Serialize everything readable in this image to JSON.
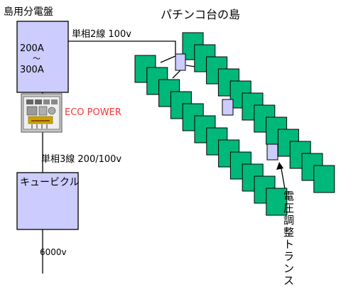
{
  "distribution_panel": {
    "title": "島用分電盤",
    "rating_top": "200A",
    "rating_mid": "～",
    "rating_bottom": "300A"
  },
  "line_to_island": {
    "label": "単相2線 100v"
  },
  "island": {
    "title": "パチンコ台の島"
  },
  "eco_power": {
    "label": "ECO POWER",
    "color": "#ff3333"
  },
  "line_from_cubicle": {
    "label": "単相3線 200/100v"
  },
  "cubicle": {
    "label": "キュービクル"
  },
  "incoming_voltage": {
    "label": "6000v"
  },
  "transformer": {
    "label": "電圧調整トランス"
  },
  "colors": {
    "panel_fill": "#ccccff",
    "machine_fill": "#00b87a",
    "machine_stroke": "#000000"
  }
}
